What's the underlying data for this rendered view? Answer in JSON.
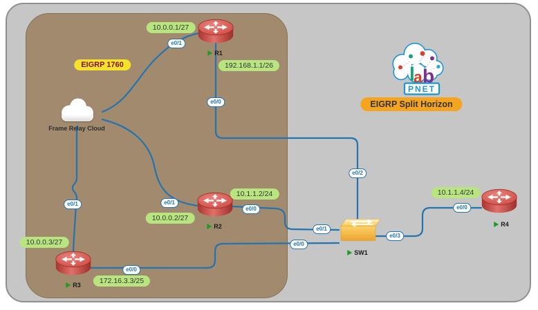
{
  "colors": {
    "link": "#2273b0",
    "canvas_bg": "#c6c6c6",
    "area_bg": "#a28a6e",
    "ip_pill_bg": "#b9e581",
    "if_pill_blue": "#2273b0",
    "badge_yellow_bg": "#f6e12b",
    "badge_yellow_text": "#7c1010",
    "badge_orange_bg": "#f5a41f",
    "node_running_green": "#1e9c1e",
    "router_red": "#cc4b47",
    "switch_yellow": "#f3b83d",
    "logo_blue": "#1b96d2"
  },
  "badges": {
    "eigrp_area": "EIGRP 1760",
    "title": "EIGRP Split Horizon"
  },
  "logo": {
    "l": "l",
    "a": "a",
    "b": "b",
    "name": "PNET"
  },
  "cloud": {
    "label": "Frame Relay Cloud"
  },
  "nodes": {
    "r1": "R1",
    "r2": "R2",
    "r3": "R3",
    "r4": "R4",
    "sw1": "SW1"
  },
  "ip_labels": {
    "r1_wan": "10.0.0.1/27",
    "r1_lan": "192.168.1.1/26",
    "r2_wan": "10.0.0.2/27",
    "r2_lan": "10.1.1.2/24",
    "r3_wan": "10.0.0.3/27",
    "r3_lan": "172.16.3.3/25",
    "r4_lan": "10.1.1.4/24"
  },
  "interfaces": {
    "r1_e0_1": "e0/1",
    "r1_e0_0": "e0/0",
    "r2_e0_1": "e0/1",
    "r2_e0_0": "e0/0",
    "r3_e0_1": "e0/1",
    "r3_e0_0": "e0/0",
    "sw1_e0_0": "e0/0",
    "sw1_e0_1": "e0/1",
    "sw1_e0_2": "e0/2",
    "sw1_e0_3": "e0/3",
    "r4_e0_0": "e0/0"
  }
}
